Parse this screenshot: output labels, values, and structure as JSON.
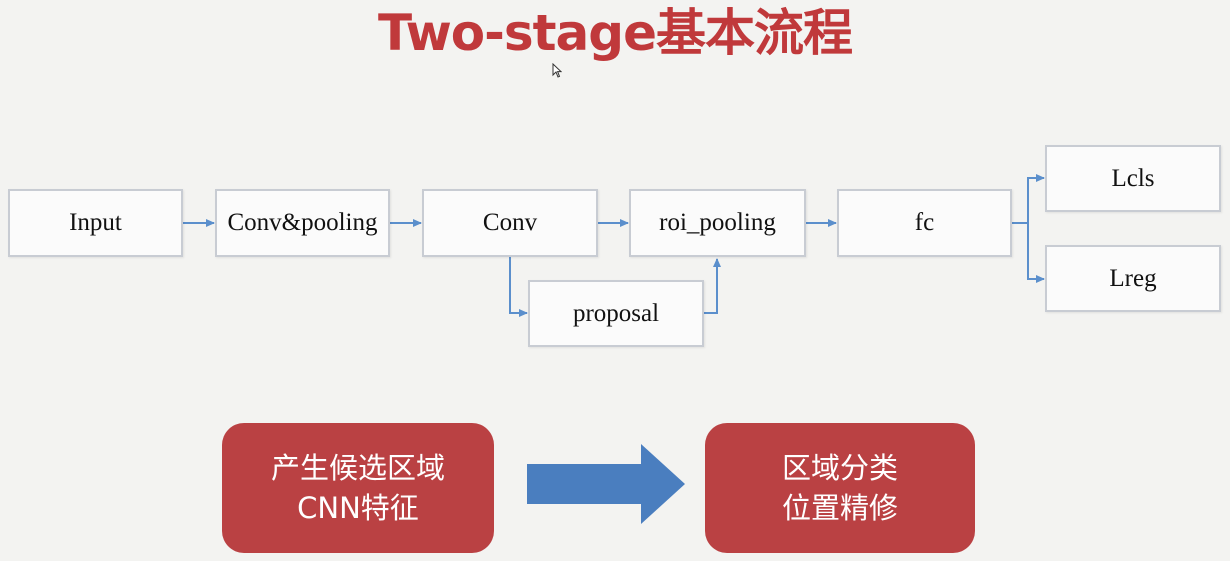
{
  "title": "Two-stage基本流程",
  "flow": {
    "input": "Input",
    "conv_pooling": "Conv&pooling",
    "conv": "Conv",
    "roi_pooling": "roi_pooling",
    "fc": "fc",
    "lcls": "Lcls",
    "lreg": "Lreg",
    "proposal": "proposal"
  },
  "stages": {
    "left": {
      "line1": "产生候选区域",
      "line2": "CNN特征"
    },
    "right": {
      "line1": "区域分类",
      "line2": "位置精修"
    }
  },
  "colors": {
    "title": "#c0393b",
    "stage_box": "#ba4143",
    "big_arrow": "#4a7ebf",
    "connector": "#5b8fcc",
    "node_border": "#c8ccd3"
  },
  "icons": {
    "cursor": "mouse-cursor-icon",
    "big_arrow": "right-arrow-icon"
  }
}
